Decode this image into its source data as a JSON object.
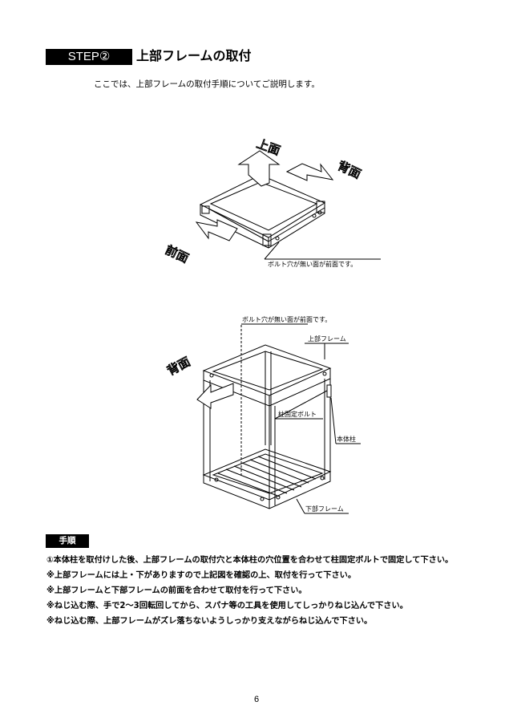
{
  "header": {
    "step_label": "STEP②",
    "title": "上部フレームの取付"
  },
  "intro": "ここでは、上部フレームの取付手順についてご説明します。",
  "figure1": {
    "label_top": "上面",
    "label_back": "背面",
    "label_front": "前面",
    "callout": "ボルト穴が無い面が前面です。"
  },
  "figure2": {
    "callout_front": "ボルト穴が無い面が前面です。",
    "label_upper_frame": "上部フレーム",
    "label_back": "背面",
    "label_bolt": "柱固定ボルト",
    "label_pillar": "本体柱",
    "label_lower_frame": "下部フレーム"
  },
  "procedure": {
    "heading": "手順",
    "lines": [
      "①本体柱を取付けした後、上部フレームの取付穴と本体柱の穴位置を合わせて柱固定ボルトで固定して下さい。",
      "※上部フレームには上・下がありますので上記図を確認の上、取付を行って下さい。",
      "※上部フレームと下部フレームの前面を合わせて取付を行って下さい。",
      "※ねじ込む際、手で2～3回転回してから、スパナ等の工具を使用してしっかりねじ込んで下さい。",
      "※ねじ込む際、上部フレームがズレ落ちないようしっかり支えながらねじ込んで下さい。"
    ]
  },
  "page_number": "6"
}
